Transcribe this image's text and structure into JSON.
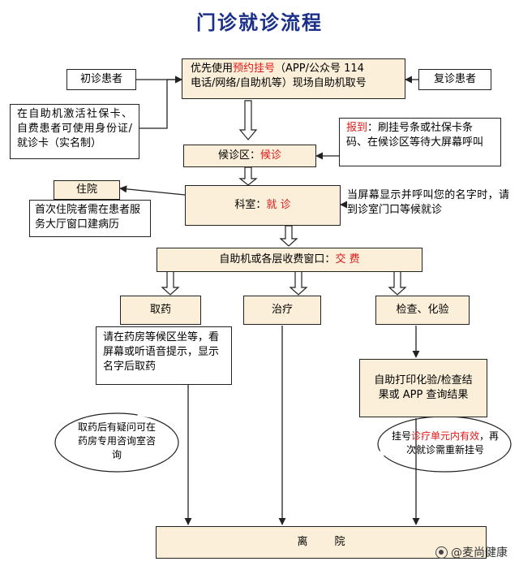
{
  "title": "门诊就诊流程",
  "register": {
    "line1_pre": "优先使用",
    "line1_red": "预约挂号",
    "line1_post": "（APP/公众号 114",
    "line2": "电话/网络/自助机等）现场自助机取号"
  },
  "first_visit": "初诊患者",
  "revisit": "复诊患者",
  "selfservice_note": "在自助机激活社保卡、自费患者可使用身份证/就诊卡（实名制）",
  "waiting": {
    "pre": "候诊区：",
    "red": "候诊"
  },
  "checkin_note": {
    "red": "报到",
    "rest": "：刷挂号条或社保卡条码、在候诊区等待大屏幕呼叫"
  },
  "dept": {
    "pre": "科室：",
    "red": "就  诊"
  },
  "dept_note": "当屏幕显示并呼叫您的名字时，请到诊室门口等候就诊",
  "hospitalize": "住院",
  "hospitalize_note": "首次住院者需在患者服务大厅窗口建病历",
  "payment": {
    "pre": "自助机或各层收费窗口：",
    "red": "交  费"
  },
  "branches": {
    "medicine": "取药",
    "treatment": "治疗",
    "exam": "检查、化验"
  },
  "medicine_note": "请在药房等候区坐等，看屏幕或听语音提示，显示名字后取药",
  "print_note": "自助打印化验/检查结果或 APP 查询结果",
  "medicine_bubble": "取药后有疑问可在药房专用咨询室咨询",
  "valid_bubble": {
    "pre": "挂号",
    "red": "诊疗单元内有效",
    "post": "，再次就诊需重新挂号"
  },
  "discharge": "离        院",
  "watermark": "@麦尚健康"
}
